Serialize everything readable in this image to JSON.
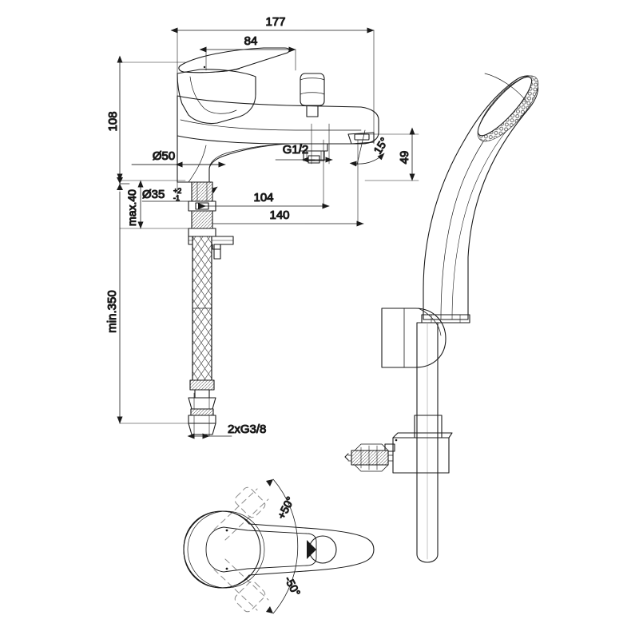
{
  "drawing": {
    "title": "Bath shower mixer tap technical dimension drawing",
    "line_color": "#1a1a1a",
    "hidden_line_color": "#8a8a8a",
    "dim_color": "#1a1a1a",
    "background": "#ffffff"
  },
  "dimensions": {
    "overall_width": "177",
    "lever_length": "84",
    "body_height": "108",
    "base_diameter": "Ø50",
    "hole_diameter": "Ø35",
    "hole_tol_plus": "+2",
    "hole_tol_minus": "-1",
    "max_thickness": "max.40",
    "min_hose_length": "min.350",
    "outlet_thread": "G1/2",
    "supply_thread": "2xG3/8",
    "spout_reach_104": "104",
    "spout_reach_140": "140",
    "diverter_height": "49",
    "diverter_angle": "15°",
    "swivel_plus": "+50°",
    "swivel_minus": "-50°"
  },
  "views": {
    "elevation": "side-elevation-mixer",
    "plan": "plan-view-swivel",
    "shower": "hand-shower-assembly"
  }
}
